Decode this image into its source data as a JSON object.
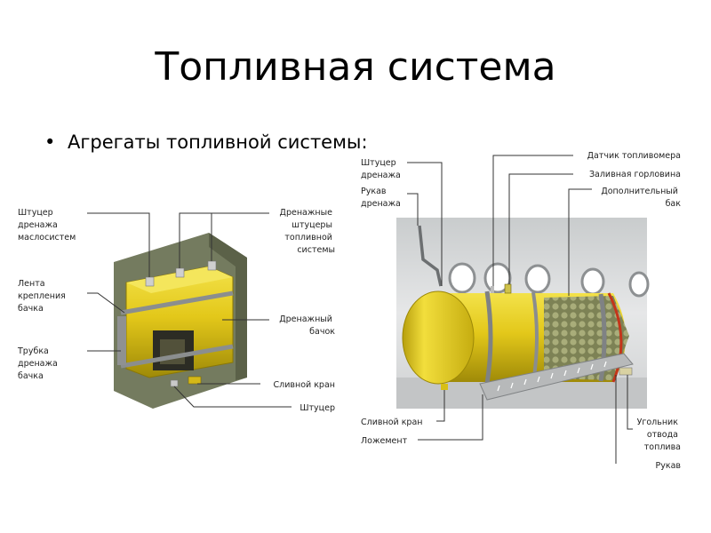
{
  "slide": {
    "title": "Топливная система",
    "bullet_marker": "•",
    "bullet": "Агрегаты топливной системы:"
  },
  "left_labels": {
    "shtutser_drenazha_maslosistem": [
      "Штуцер",
      "дренажа",
      "маслосистем"
    ],
    "drenazhnye_shtutsery": [
      "Дренажные",
      "штуцеры",
      "топливной",
      "системы"
    ],
    "lenta": [
      "Лента",
      "крепления",
      "бачка"
    ],
    "drenazhny_bachok": [
      "Дренажный",
      "бачок"
    ],
    "trubka": [
      "Трубка",
      "дренажа",
      "бачка"
    ],
    "slivnoy_kran": [
      "Сливной кран"
    ],
    "shtutser": [
      "Штуцер"
    ]
  },
  "right_labels": {
    "shtutser_drenazha": [
      "Штуцер",
      "дренажа"
    ],
    "rukav_drenazha": [
      "Рукав",
      "дренажа"
    ],
    "datchik": [
      "Датчик топливомера"
    ],
    "zalivnaya": [
      "Заливная горловина"
    ],
    "dop_bak": [
      "Дополнительный",
      "бак"
    ],
    "slivnoy_kran": [
      "Сливной кран"
    ],
    "lozhement": [
      "Ложемент"
    ],
    "ugolnik": [
      "Угольник",
      "отвода",
      "топлива"
    ],
    "rukav": [
      "Рукав"
    ]
  },
  "colors": {
    "tank_yellow": "#e8cf1c",
    "panel_green": "#6f775a",
    "leader_line": "#333333",
    "cabin_gray": "#d7d9da"
  }
}
